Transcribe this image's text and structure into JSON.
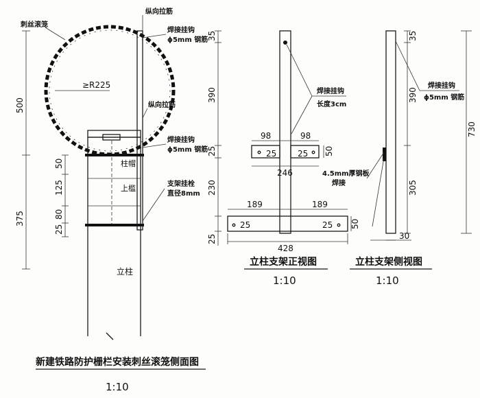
{
  "side_view": {
    "label_wire": "刺丝滚笼",
    "label_pull_top": "纵向拉筋",
    "label_weld_hook_1": "焊接挂钩",
    "label_rod_1": "ϕ5mm 钢筋",
    "label_radius": "≥R225",
    "label_pull_mid": "纵向拉筋",
    "label_weld_hook_2": "焊接挂钩",
    "label_rod_2": "ϕ5mm 钢筋",
    "label_cap": "柱帽",
    "label_upper": "上槛",
    "label_bolt": "支架挂栓",
    "label_bolt_dia": "直径8mm",
    "label_post": "立柱",
    "dim_500": "500",
    "dim_375": "375",
    "dim_50": "50",
    "dim_125": "125",
    "dim_80": "80",
    "dim_25": "25",
    "title": "新建铁路防护栅栏安装刺丝滚笼侧面图",
    "scale": "1:10"
  },
  "front_view": {
    "dim_35": "35",
    "dim_390": "390",
    "dim_25a": "25",
    "dim_230": "230",
    "dim_25b": "25",
    "dim_98_left": "98",
    "dim_98_right": "98",
    "dim_25_l1": "25",
    "dim_25_r1": "25",
    "dim_50_1": "50",
    "dim_246": "246",
    "dim_189_left": "189",
    "dim_189_right": "189",
    "dim_25_l2": "25",
    "dim_25_r2": "25",
    "dim_50_2": "50",
    "dim_428": "428",
    "label_weld_hook": "焊接挂钩",
    "label_length": "长度3cm",
    "title": "立柱支架正视图",
    "scale": "1:10"
  },
  "side_frame_view": {
    "dim_35": "35",
    "dim_390": "390",
    "dim_305": "305",
    "dim_730": "730",
    "dim_30": "30",
    "label_weld_hook": "焊接挂钩",
    "label_rod": "ϕ5mm 钢筋",
    "label_plate": "4.5mm厚钢板",
    "label_weld": "焊接",
    "title": "立柱支架侧视图",
    "scale": "1:10"
  }
}
